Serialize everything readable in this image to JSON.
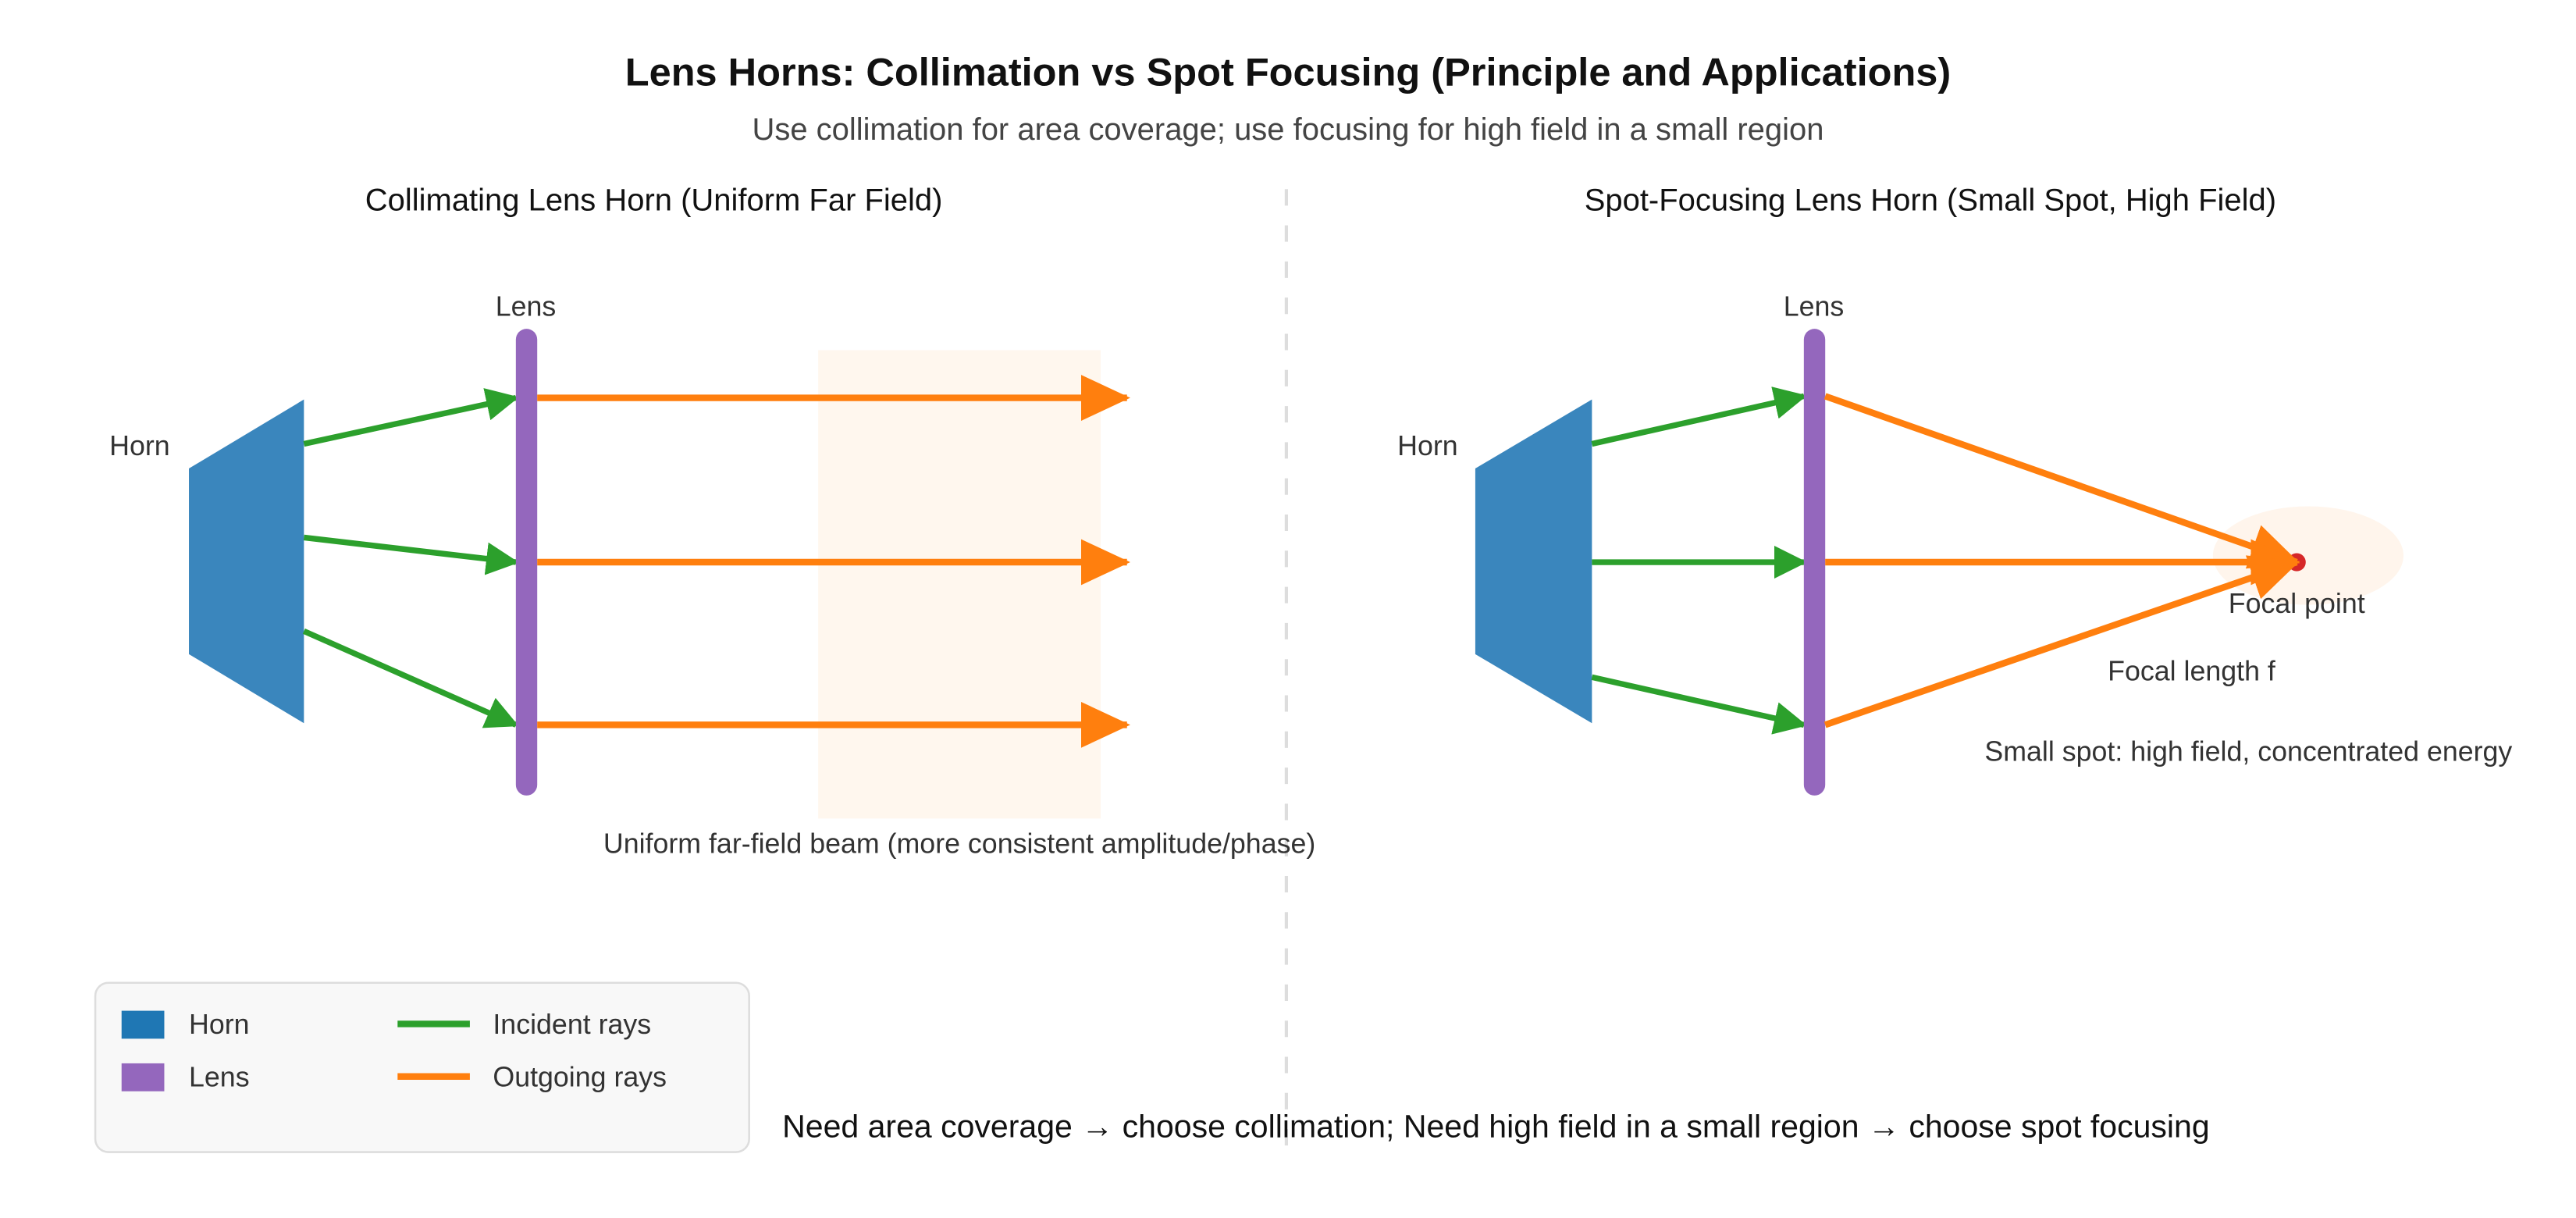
{
  "title": "Lens Horns: Collimation vs Spot Focusing (Principle and Applications)",
  "subtitle": "Use collimation for area coverage; use focusing for high field in a small region",
  "left_panel": {
    "heading": "Collimating Lens Horn (Uniform Far Field)",
    "horn_label": "Horn",
    "lens_label": "Lens",
    "annotation": "Uniform far-field beam (more consistent amplitude/phase)"
  },
  "right_panel": {
    "heading": "Spot-Focusing Lens Horn (Small Spot, High Field)",
    "horn_label": "Horn",
    "lens_label": "Lens",
    "focal_point_label": "Focal point",
    "focal_length_label": "Focal length f",
    "annotation": "Small spot: high field, concentrated energy"
  },
  "legend": {
    "items": [
      {
        "label": "Horn",
        "kind": "patch",
        "color": "#1f77b4"
      },
      {
        "label": "Lens",
        "kind": "patch",
        "color": "#9467bd"
      },
      {
        "label": "Incident rays",
        "kind": "line",
        "color": "#2ca02c"
      },
      {
        "label": "Outgoing rays",
        "kind": "line",
        "color": "#ff7f0e"
      }
    ]
  },
  "footer": "Need area coverage → choose collimation; Need high field in a small region → choose spot focusing",
  "colors": {
    "horn": "#3a86bd",
    "lens": "#9467bd",
    "incident": "#2ca02c",
    "outgoing": "#ff7f0e",
    "focal_dot": "#d62728",
    "highlight": "#fff7ee"
  }
}
